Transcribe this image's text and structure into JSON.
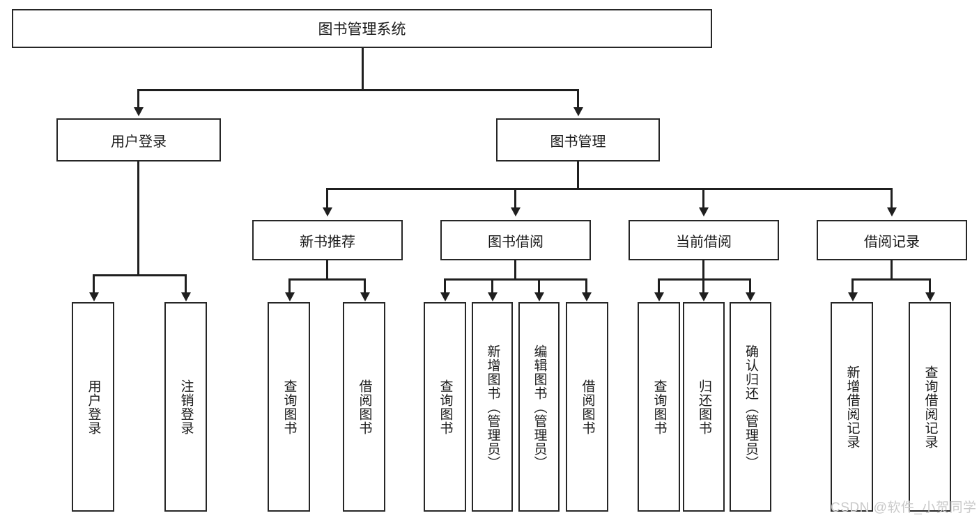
{
  "diagram": {
    "title": "图书管理系统",
    "type": "hierarchy-tree",
    "colors": {
      "box_border": "#262626",
      "box_fill": "#ffffff",
      "edge": "#1f1f1f",
      "text": "#1a1a1a",
      "watermark": "#c9c9c9"
    },
    "root": {
      "label": "图书管理系统"
    },
    "level1": [
      {
        "label": "用户登录"
      },
      {
        "label": "图书管理"
      }
    ],
    "level2": [
      {
        "label": "新书推荐"
      },
      {
        "label": "图书借阅"
      },
      {
        "label": "当前借阅"
      },
      {
        "label": "借阅记录"
      }
    ],
    "leaves": {
      "user_login": [
        {
          "label": "用户登录"
        },
        {
          "label": "注销登录"
        }
      ],
      "new_book_recommend": [
        {
          "label": "查询图书"
        },
        {
          "label": "借阅图书"
        }
      ],
      "book_borrow": [
        {
          "label": "查询图书"
        },
        {
          "label": "新增图书（管理员）"
        },
        {
          "label": "编辑图书（管理员）"
        },
        {
          "label": "借阅图书"
        }
      ],
      "current_borrow": [
        {
          "label": "查询图书"
        },
        {
          "label": "归还图书"
        },
        {
          "label": "确认归还（管理员）"
        }
      ],
      "borrow_record": [
        {
          "label": "新增借阅记录"
        },
        {
          "label": "查询借阅记录"
        }
      ]
    }
  },
  "watermark": {
    "text": "CSDN @软件_小贺同学"
  }
}
